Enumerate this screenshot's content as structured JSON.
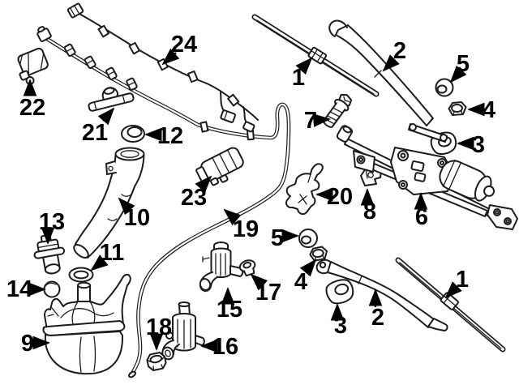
{
  "figure": {
    "kind": "exploded-parts-diagram",
    "subject": "Windshield wiper and washer system components",
    "background": "#ffffff",
    "line_color": "#1c1c1c",
    "label_color": "#000000"
  },
  "callouts": [
    {
      "label": "22",
      "part": "hose-connector"
    },
    {
      "label": "24",
      "part": "hose-and-wire-harness"
    },
    {
      "label": "21",
      "part": "tee-connector"
    },
    {
      "label": "12",
      "part": "grommet"
    },
    {
      "label": "10",
      "part": "filler-pipe"
    },
    {
      "label": "13",
      "part": "washer-nozzle"
    },
    {
      "label": "11",
      "part": "gasket"
    },
    {
      "label": "14",
      "part": "cap"
    },
    {
      "label": "9",
      "part": "washer-reservoir"
    },
    {
      "label": "23",
      "part": "pump-motor"
    },
    {
      "label": "19",
      "part": "washer-hose"
    },
    {
      "label": "15",
      "part": "washer-pump"
    },
    {
      "label": "17",
      "part": "pump-grommet"
    },
    {
      "label": "18",
      "part": "nut"
    },
    {
      "label": "16",
      "part": "washer-pump"
    },
    {
      "label": "1",
      "part": "wiper-blade"
    },
    {
      "label": "2",
      "part": "wiper-arm"
    },
    {
      "label": "5",
      "part": "pivot-grommet"
    },
    {
      "label": "4",
      "part": "pivot-nut"
    },
    {
      "label": "3",
      "part": "pivot-cap"
    },
    {
      "label": "7",
      "part": "bolt"
    },
    {
      "label": "20",
      "part": "mount-bracket"
    },
    {
      "label": "8",
      "part": "mount-bracket"
    },
    {
      "label": "6",
      "part": "wiper-motor-and-linkage"
    },
    {
      "label": "5",
      "part": "pivot-grommet"
    },
    {
      "label": "4",
      "part": "pivot-nut"
    },
    {
      "label": "3",
      "part": "pivot-cap"
    },
    {
      "label": "2",
      "part": "wiper-arm"
    },
    {
      "label": "1",
      "part": "wiper-blade"
    }
  ]
}
